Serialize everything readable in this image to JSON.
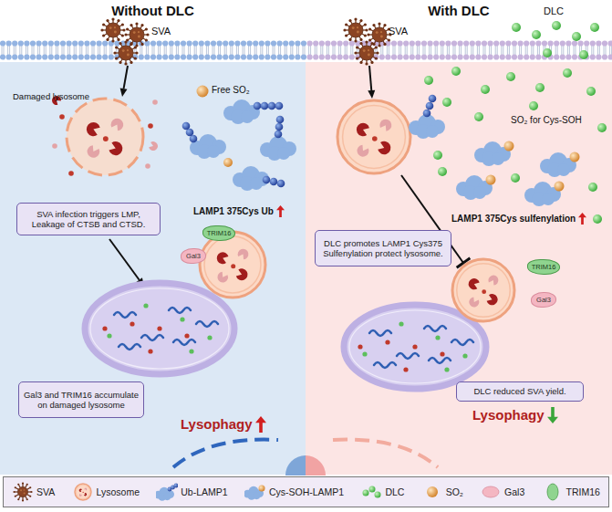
{
  "diagram": {
    "nodes": [
      {
        "text": [
          "Without DLC"
        ]
      },
      {
        "text": [
          "SVA infection triggers LMP, Leakage of CTSB and CTSD."
        ],
        "in": 0
      },
      {
        "text": [
          "TRIM16"
        ],
        "in": 0
      },
      {
        "text": [
          "Gal3"
        ],
        "in": 0
      },
      {
        "text": [
          "Gal3 and TRIM16 accumulate on damaged lysosome"
        ],
        "in": 0
      },
      {
        "text": [
          "With DLC"
        ]
      },
      {
        "text": [
          "DLC promotes LAMP1 Cys375 Sulfenylation protect lysosome."
        ],
        "in": 5
      },
      {
        "text": [
          "TRIM16"
        ],
        "in": 5
      },
      {
        "text": [
          "Gal3"
        ],
        "in": 5
      },
      {
        "text": [
          "DLC reduced SVA yield."
        ],
        "in": 5
      }
    ],
    "labels": [
      "SVA",
      "Free SO₂",
      "Damaged lysosome",
      "LAMP1 375Cys Ub",
      "Lysophagy",
      "SVA",
      "DLC",
      "SO₂ for Cys-SOH",
      "LAMP1 375Cys sulfenylation",
      "Lysophagy"
    ],
    "legend": [
      {
        "text": "SVA"
      },
      {
        "text": "Lysosome"
      },
      {
        "text": "Ub-LAMP1"
      },
      {
        "text": "Cys-SOH-LAMP1"
      },
      {
        "text": "DLC"
      },
      {
        "text": "SO₂"
      },
      {
        "text": "Gal3"
      },
      {
        "text": "TRIM16"
      }
    ]
  }
}
